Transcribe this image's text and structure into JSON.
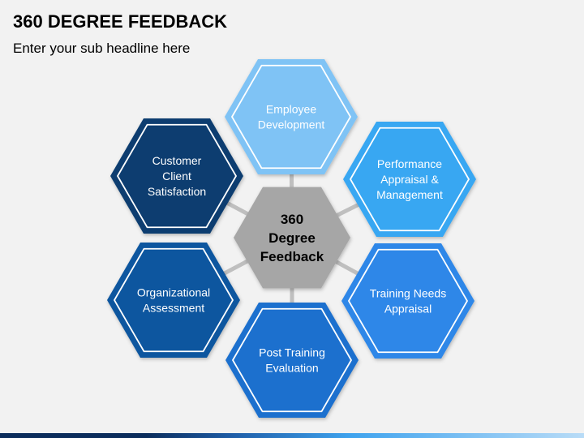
{
  "header": {
    "title": "360 DEGREE FEEDBACK",
    "subtitle": "Enter your sub headline here"
  },
  "diagram": {
    "center": {
      "lines": [
        "360",
        "Degree",
        "Feedback"
      ],
      "color": "#a6a6a6"
    },
    "nodes": [
      {
        "id": "employee-development",
        "lines": [
          "Employee",
          "Development"
        ],
        "color": "#7fc3f5",
        "text_color": "#ffffff"
      },
      {
        "id": "performance-appraisal",
        "lines": [
          "Performance",
          "Appraisal &",
          "Management"
        ],
        "color": "#39a7f2",
        "text_color": "#ffffff"
      },
      {
        "id": "training-needs-appraisal",
        "lines": [
          "Training Needs",
          "Appraisal"
        ],
        "color": "#2f87e8",
        "text_color": "#ffffff"
      },
      {
        "id": "post-training-evaluation",
        "lines": [
          "Post Training",
          "Evaluation"
        ],
        "color": "#1c6fce",
        "text_color": "#ffffff"
      },
      {
        "id": "organizational-assessment",
        "lines": [
          "Organizational",
          "Assessment"
        ],
        "color": "#0d579f",
        "text_color": "#ffffff"
      },
      {
        "id": "customer-client-satisfaction",
        "lines": [
          "Customer",
          "Client",
          "Satisfaction"
        ],
        "color": "#0a3d70",
        "text_color": "#ffffff"
      }
    ],
    "connector_color": "#bfbfbf"
  }
}
